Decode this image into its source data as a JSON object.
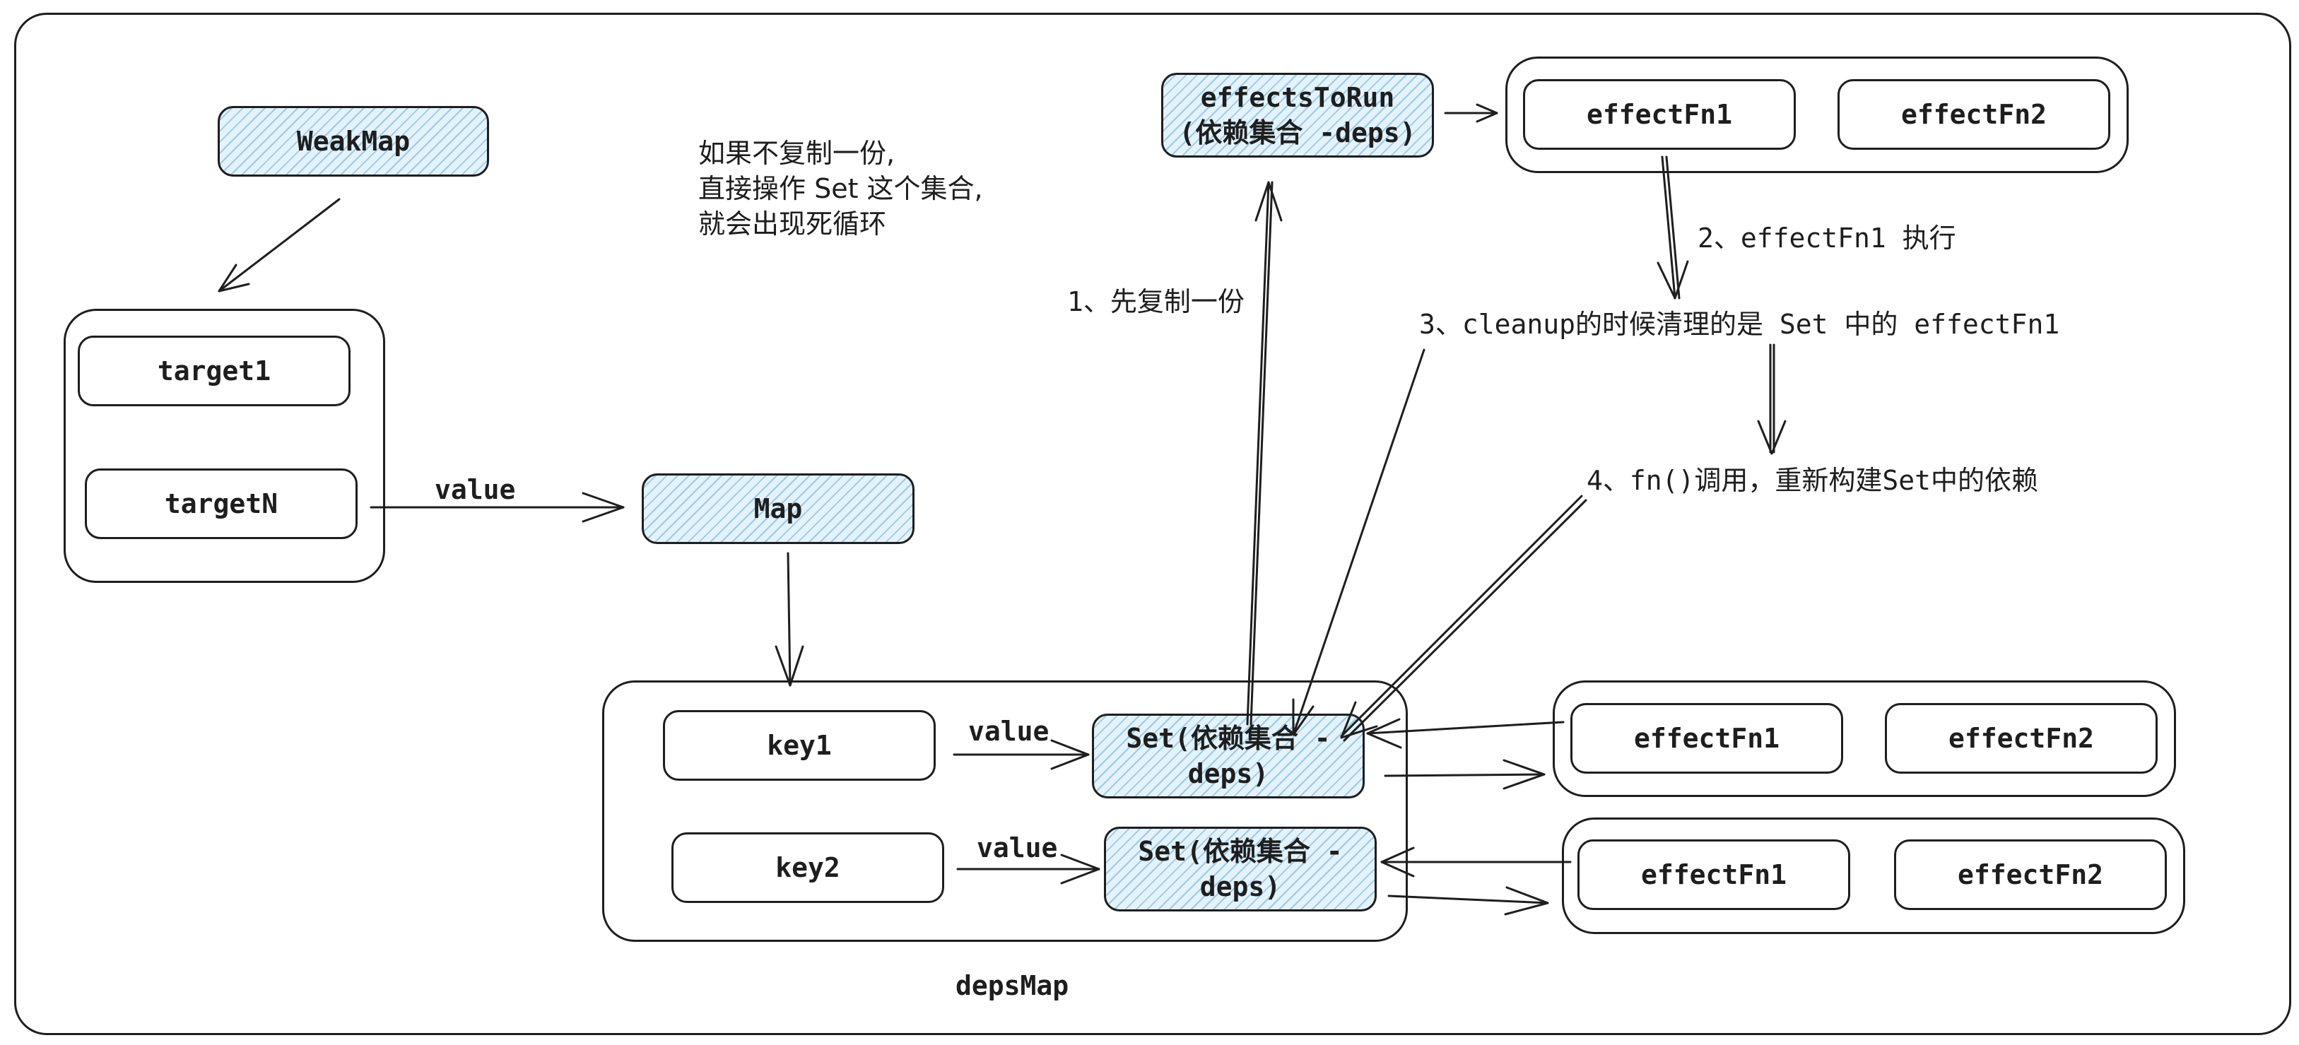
{
  "diagram": {
    "nodes": {
      "weakmap": "WeakMap",
      "target1": "target1",
      "targetN": "targetN",
      "map": "Map",
      "effects_to_run": "effectsToRun\n(依赖集合 -deps)",
      "top_effectfn1": "effectFn1",
      "top_effectfn2": "effectFn2",
      "key1": "key1",
      "key2": "key2",
      "set1": "Set(依赖集合 -\ndeps)",
      "set2": "Set(依赖集合 -\ndeps)",
      "row1_effectfn1": "effectFn1",
      "row1_effectfn2": "effectFn2",
      "row2_effectfn1": "effectFn1",
      "row2_effectfn2": "effectFn2"
    },
    "labels": {
      "value_target": "value",
      "value_key1": "value",
      "value_key2": "value",
      "deps_map": "depsMap",
      "note_infinite_loop": "如果不复制一份,\n直接操作 Set 这个集合,\n就会出现死循环",
      "step1": "1、先复制一份",
      "step2": "2、effectFn1 执行",
      "step3": "3、cleanup的时候清理的是 Set 中的 effectFn1",
      "step4": "4、fn()调用，重新构建Set中的依赖"
    },
    "colors": {
      "stroke": "#1e1e1e",
      "hatch_fill": "#a5d8ff"
    }
  }
}
